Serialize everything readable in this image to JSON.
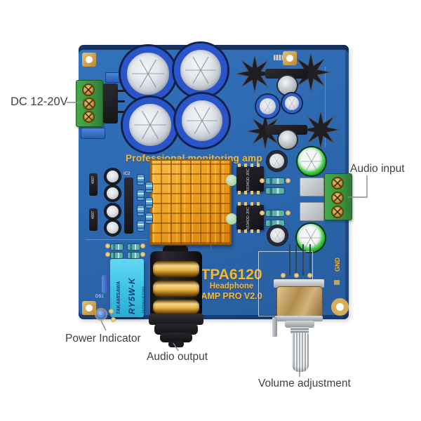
{
  "labels": {
    "dc_power": "DC 12-20V",
    "audio_input": "Audio input",
    "power_indicator": "Power Indicator",
    "audio_output": "Audio output",
    "volume_adjustment": "Volume adjustment"
  },
  "silkscreen": {
    "slogan": "Professional monitoring amp",
    "chip": "TPA6120",
    "line1": "Headphone",
    "line2": "AMP PRO V2.0",
    "gnd": "GND",
    "ic2": "IC2",
    "ds1": "DS1"
  },
  "markings": {
    "relay_brand": "TAKAMISAWA",
    "relay_model": "RY5W-K",
    "relay_code": "JAPAN1B2089",
    "opamp": "5534DD JRC",
    "diode": "4007"
  },
  "colors": {
    "background": "#ffffff",
    "board": "#2e6cb3",
    "board_edge": "#173a66",
    "silkscreen_yellow": "#f2b83a",
    "heatsink_orange": "#e89512",
    "capacitor_blue": "#2a55c8",
    "relay_cyan": "#3cc6e8",
    "terminal_green": "#3f9e42",
    "gold": "#d4a94f",
    "annotation_text": "#414141",
    "annotation_line": "#8c8c8c"
  }
}
